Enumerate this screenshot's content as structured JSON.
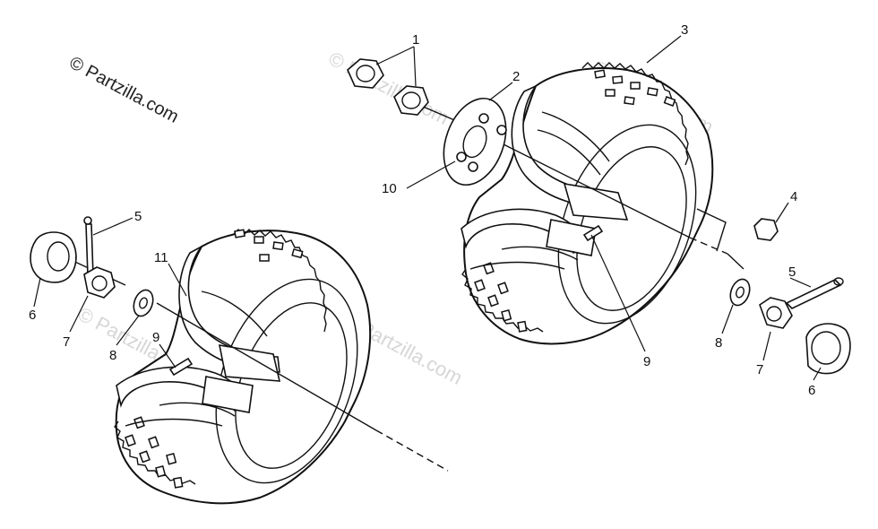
{
  "watermark": {
    "copyright": "© Partzilla.com",
    "faint_1": "© Partzilla.com",
    "faint_2": "© Partzilla.com",
    "faint_3": "© Partzilla.com",
    "faint_4": "© Partzilla.com"
  },
  "callouts": {
    "c1": "1",
    "c2": "2",
    "c3": "3",
    "c4": "4",
    "c5_right": "5",
    "c6_right": "6",
    "c7_right": "7",
    "c8_right": "8",
    "c9_right": "9",
    "c10": "10",
    "c5_left": "5",
    "c6_left": "6",
    "c7_left": "7",
    "c8_left": "8",
    "c9_left": "9",
    "c11": "11"
  },
  "colors": {
    "line": "#111111",
    "background": "#ffffff",
    "watermark": "#d6d6d6"
  }
}
